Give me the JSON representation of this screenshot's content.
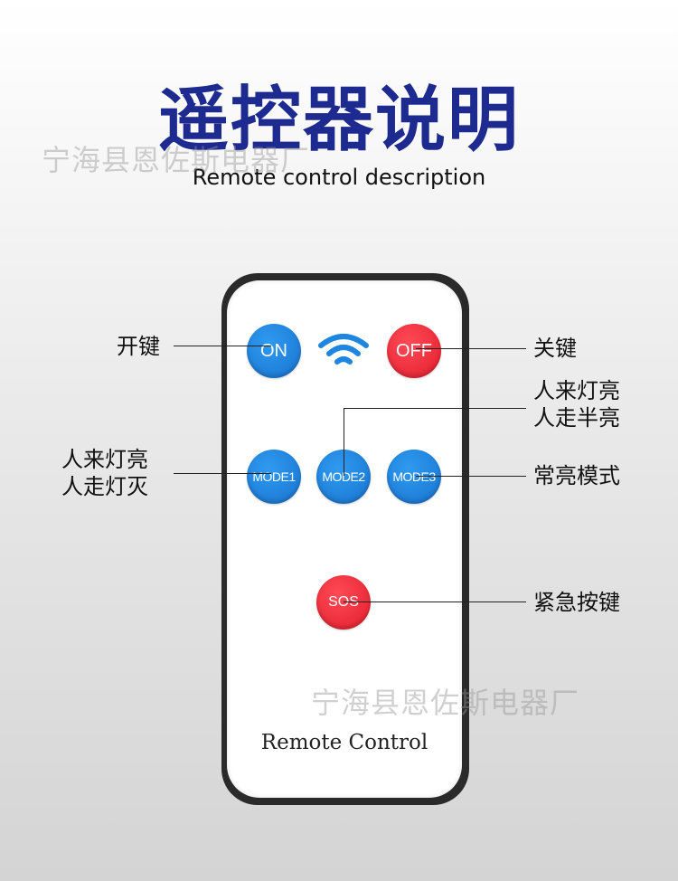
{
  "title": "遥控器说明",
  "subtitle": "Remote control description",
  "watermark": "宁海县恩佐斯电器厂",
  "remote": {
    "label": "Remote Control",
    "buttons": {
      "on": "ON",
      "off": "OFF",
      "mode1": "MODE1",
      "mode2": "MODE2",
      "mode3": "MODE3",
      "sos": "SOS"
    },
    "signal_icon": "wifi-icon"
  },
  "annotations": {
    "on_key": "开键",
    "off_key": "关键",
    "mode1_line1": "人来灯亮",
    "mode1_line2": "人走灯灭",
    "mode2_line1": "人来灯亮",
    "mode2_line2": "人走半亮",
    "mode3": "常亮模式",
    "sos": "紧急按键"
  },
  "colors": {
    "title": "#1d2a8f",
    "button_blue": "#1e86e0",
    "button_red": "#f2303e"
  }
}
